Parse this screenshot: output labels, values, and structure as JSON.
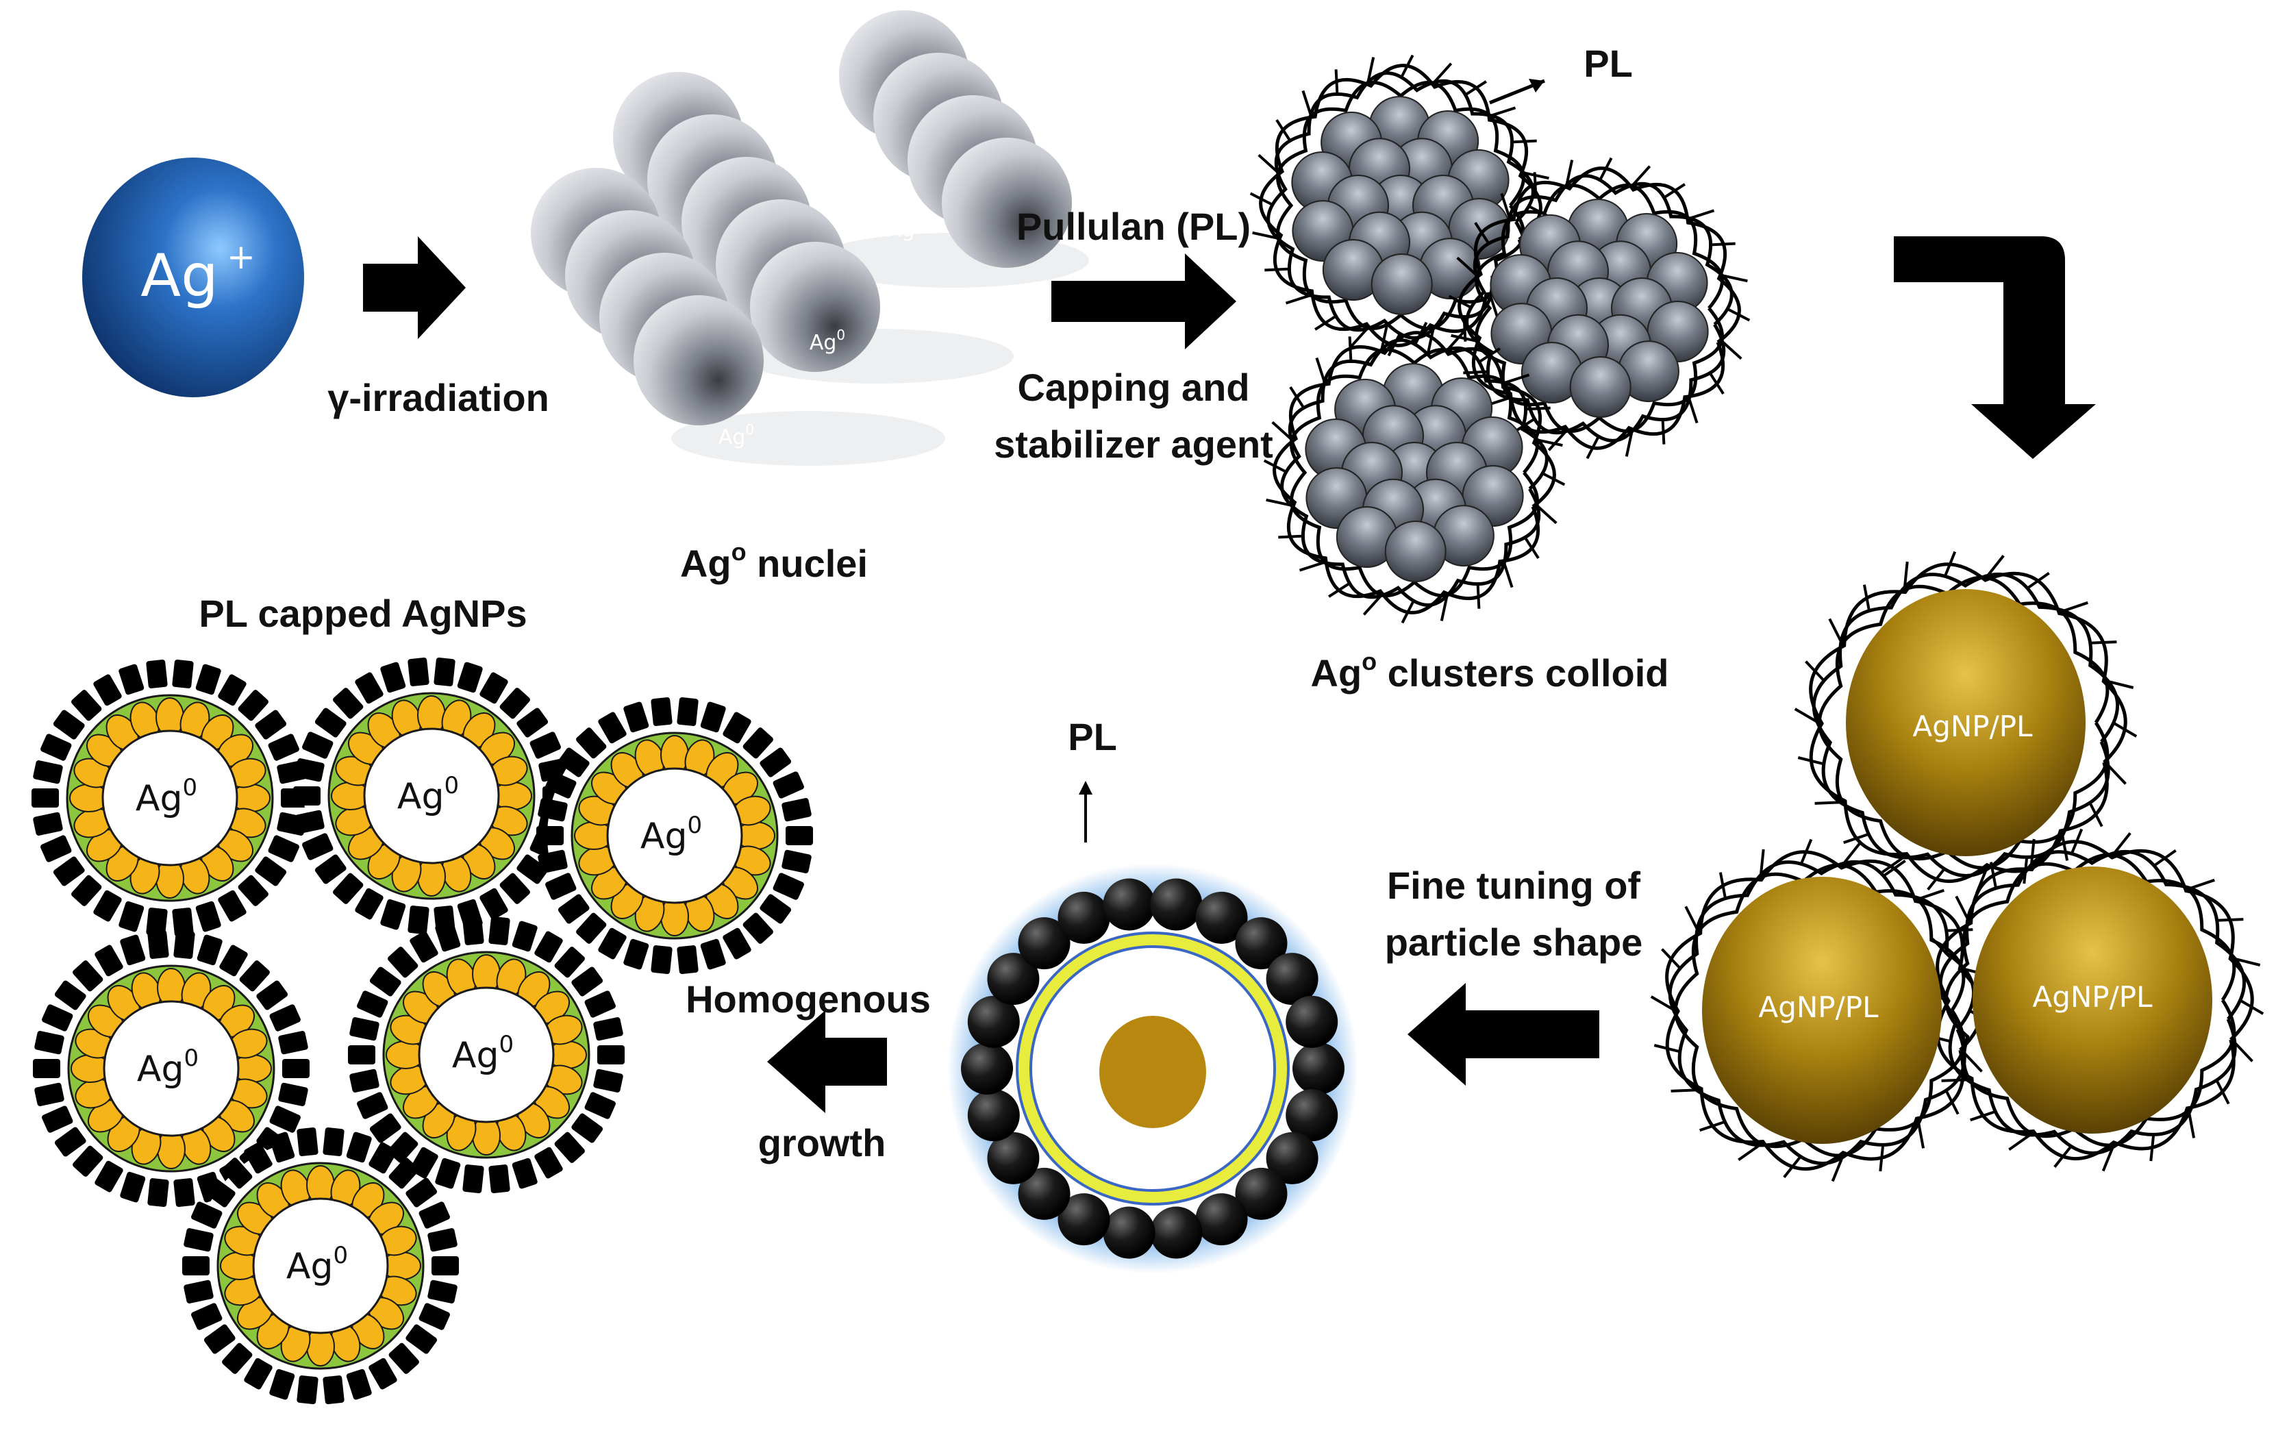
{
  "labels": {
    "ag_ion": "Ag",
    "ag_ion_charge": "+",
    "gamma_irradiation": "γ-irradiation",
    "nuclei_sphere": "Ag",
    "nuclei_sphere_sup": "0",
    "nuclei_caption": "Ag",
    "nuclei_caption_sup": "o",
    "nuclei_caption_rest": " nuclei",
    "pullulan": "Pullulan (PL)",
    "capping_line1": "Capping and",
    "capping_line2": "stabilizer agent",
    "pl_top": "PL",
    "clusters_caption": "Ag",
    "clusters_caption_sup": "o",
    "clusters_caption_rest": " clusters colloid",
    "agnp_pl": "AgNP/PL",
    "fine_line1": "Fine tuning of",
    "fine_line2": "particle shape",
    "pl_middle": "PL",
    "homogenous": "Homogenous",
    "growth": "growth",
    "pl_capped": "PL capped AgNPs",
    "ag_core": "Ag",
    "ag_core_sup": "0"
  },
  "colors": {
    "ag_ion": "#1f5ea8",
    "nuclei": "#b9bcc2",
    "cluster": "#7d8490",
    "agnp": "#a8800f",
    "core": "#b8870f",
    "petal": "#f5b418",
    "green": "#8cc63f",
    "ring_yellow": "#e8ec3c",
    "ring_blue": "#3a66c4",
    "glow": "#3c8fe0",
    "arrow": "#000000"
  }
}
